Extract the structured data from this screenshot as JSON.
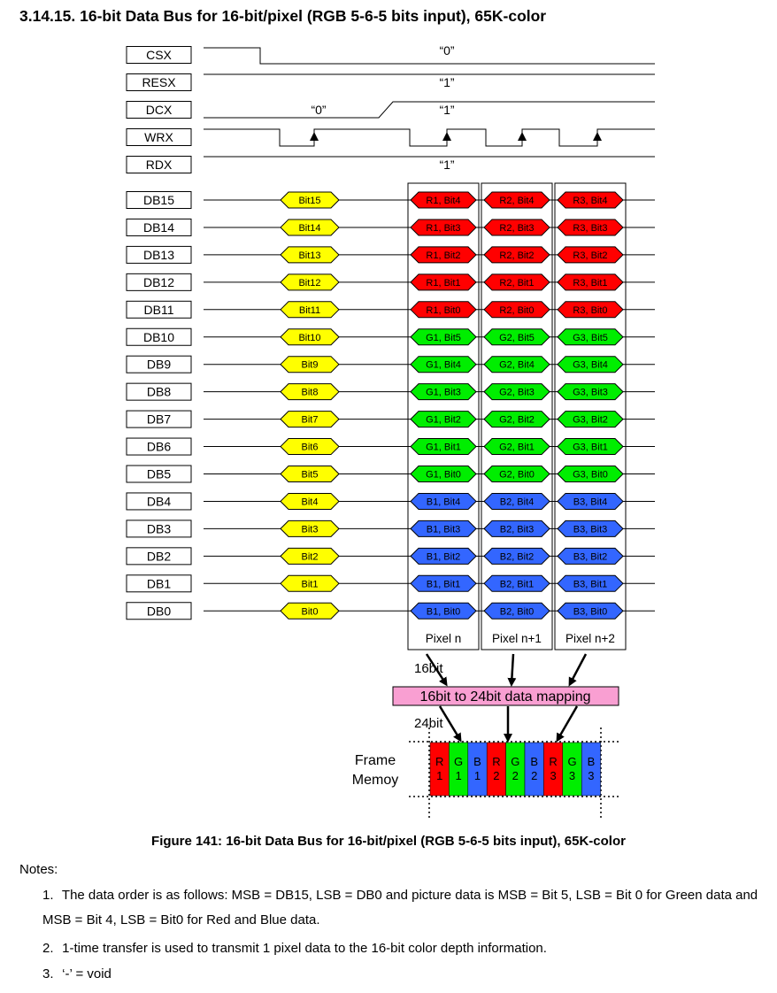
{
  "heading": "3.14.15. 16-bit Data Bus for 16-bit/pixel (RGB 5-6-5 bits input), 65K-color",
  "colors": {
    "red": "#ff0000",
    "green": "#00ee00",
    "blue": "#3366ff",
    "yellow": "#ffff00",
    "pink": "#f99fd2"
  },
  "control_signals": [
    {
      "name": "CSX",
      "level_label": "“0”"
    },
    {
      "name": "RESX",
      "level_label": "“1”"
    },
    {
      "name": "DCX",
      "level_label": "“1”",
      "pre_label": "“0”"
    },
    {
      "name": "WRX"
    },
    {
      "name": "RDX",
      "level_label": "“1”"
    }
  ],
  "data_bus": [
    {
      "pin": "DB15",
      "bit": "Bit15",
      "pixel_bits": [
        "R1, Bit4",
        "R2, Bit4",
        "R3, Bit4"
      ],
      "color": "red"
    },
    {
      "pin": "DB14",
      "bit": "Bit14",
      "pixel_bits": [
        "R1, Bit3",
        "R2, Bit3",
        "R3, Bit3"
      ],
      "color": "red"
    },
    {
      "pin": "DB13",
      "bit": "Bit13",
      "pixel_bits": [
        "R1, Bit2",
        "R2, Bit2",
        "R3, Bit2"
      ],
      "color": "red"
    },
    {
      "pin": "DB12",
      "bit": "Bit12",
      "pixel_bits": [
        "R1, Bit1",
        "R2, Bit1",
        "R3, Bit1"
      ],
      "color": "red"
    },
    {
      "pin": "DB11",
      "bit": "Bit11",
      "pixel_bits": [
        "R1, Bit0",
        "R2, Bit0",
        "R3, Bit0"
      ],
      "color": "red"
    },
    {
      "pin": "DB10",
      "bit": "Bit10",
      "pixel_bits": [
        "G1, Bit5",
        "G2, Bit5",
        "G3, Bit5"
      ],
      "color": "green"
    },
    {
      "pin": "DB9",
      "bit": "Bit9",
      "pixel_bits": [
        "G1, Bit4",
        "G2, Bit4",
        "G3, Bit4"
      ],
      "color": "green"
    },
    {
      "pin": "DB8",
      "bit": "Bit8",
      "pixel_bits": [
        "G1, Bit3",
        "G2, Bit3",
        "G3, Bit3"
      ],
      "color": "green"
    },
    {
      "pin": "DB7",
      "bit": "Bit7",
      "pixel_bits": [
        "G1, Bit2",
        "G2, Bit2",
        "G3, Bit2"
      ],
      "color": "green"
    },
    {
      "pin": "DB6",
      "bit": "Bit6",
      "pixel_bits": [
        "G1, Bit1",
        "G2, Bit1",
        "G3, Bit1"
      ],
      "color": "green"
    },
    {
      "pin": "DB5",
      "bit": "Bit5",
      "pixel_bits": [
        "G1, Bit0",
        "G2, Bit0",
        "G3, Bit0"
      ],
      "color": "green"
    },
    {
      "pin": "DB4",
      "bit": "Bit4",
      "pixel_bits": [
        "B1, Bit4",
        "B2, Bit4",
        "B3, Bit4"
      ],
      "color": "blue"
    },
    {
      "pin": "DB3",
      "bit": "Bit3",
      "pixel_bits": [
        "B1, Bit3",
        "B2, Bit3",
        "B3, Bit3"
      ],
      "color": "blue"
    },
    {
      "pin": "DB2",
      "bit": "Bit2",
      "pixel_bits": [
        "B1, Bit2",
        "B2, Bit2",
        "B3, Bit2"
      ],
      "color": "blue"
    },
    {
      "pin": "DB1",
      "bit": "Bit1",
      "pixel_bits": [
        "B1, Bit1",
        "B2, Bit1",
        "B3, Bit1"
      ],
      "color": "blue"
    },
    {
      "pin": "DB0",
      "bit": "Bit0",
      "pixel_bits": [
        "B1, Bit0",
        "B2, Bit0",
        "B3, Bit0"
      ],
      "color": "blue"
    }
  ],
  "pixels": [
    "Pixel n",
    "Pixel n+1",
    "Pixel n+2"
  ],
  "label_16bit": "16bit",
  "mapping_label": "16bit to 24bit data mapping",
  "label_24bit": "24bit",
  "frame_memory_label": [
    "Frame",
    "Memoy"
  ],
  "frame_cells": [
    {
      "letter": "R",
      "num": "1",
      "color": "red"
    },
    {
      "letter": "G",
      "num": "1",
      "color": "green"
    },
    {
      "letter": "B",
      "num": "1",
      "color": "blue"
    },
    {
      "letter": "R",
      "num": "2",
      "color": "red"
    },
    {
      "letter": "G",
      "num": "2",
      "color": "green"
    },
    {
      "letter": "B",
      "num": "2",
      "color": "blue"
    },
    {
      "letter": "R",
      "num": "3",
      "color": "red"
    },
    {
      "letter": "G",
      "num": "3",
      "color": "green"
    },
    {
      "letter": "B",
      "num": "3",
      "color": "blue"
    }
  ],
  "caption": "Figure 141: 16-bit Data Bus for 16-bit/pixel (RGB 5-6-5 bits input), 65K-color",
  "notes_title": "Notes:",
  "notes": [
    {
      "num": "1.",
      "text": "The data order is as follows: MSB = DB15, LSB = DB0 and picture data is MSB = Bit 5, LSB = Bit 0 for Green data and MSB = Bit 4, LSB = Bit0 for Red and Blue data."
    },
    {
      "num": "2.",
      "text": "1-time transfer is used to transmit 1 pixel data to the 16-bit color depth information."
    },
    {
      "num": "3.",
      "text": "‘-’ = void"
    }
  ]
}
